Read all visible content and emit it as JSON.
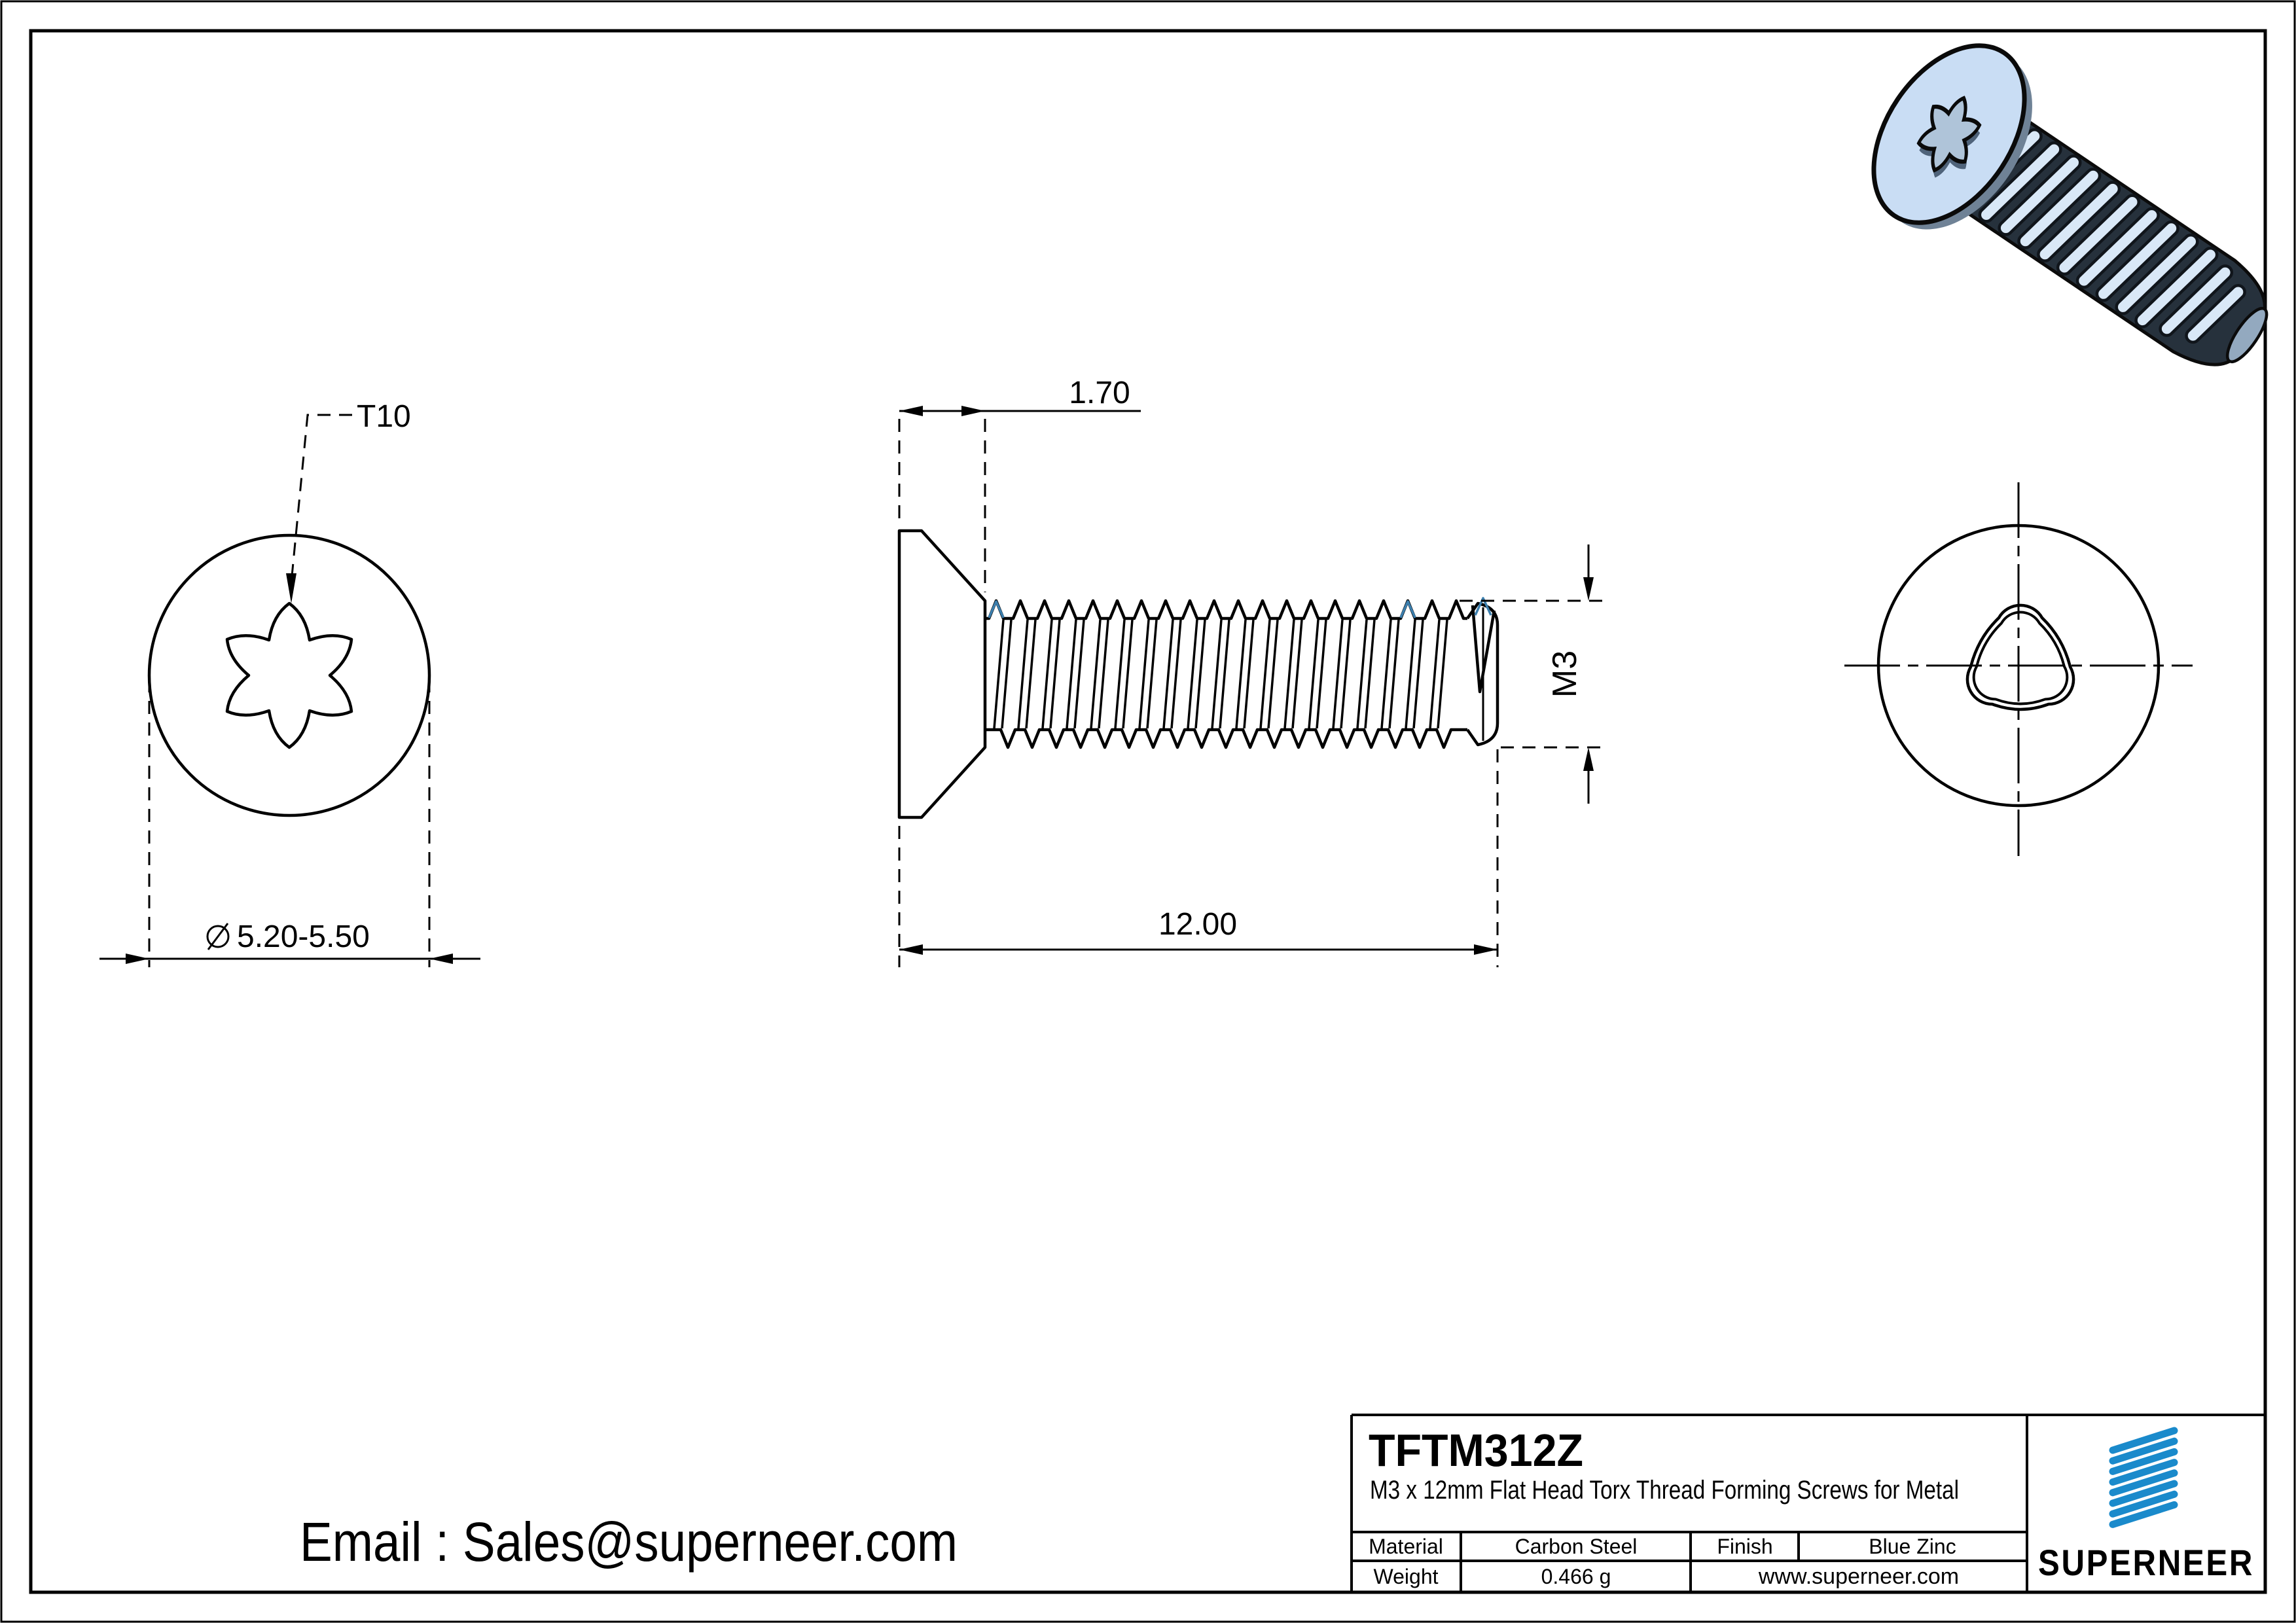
{
  "page": {
    "background": "#ffffff"
  },
  "colors": {
    "line": "#000000",
    "thread_accent_blue": "#3C7FAE",
    "logo_blue": "#1A8ACB",
    "link_blue": "#1580DC",
    "screw_body_blue": "#C9DDF4"
  },
  "views": {
    "front_view": {
      "drive_label": "T10",
      "head_diameter": "5.20-5.50"
    },
    "side_view": {
      "head_height": "1.70",
      "total_length": "12.00",
      "thread_size": "M3"
    }
  },
  "footer": {
    "email": "Email : Sales@superneer.com"
  },
  "title_block": {
    "part_number": "TFTM312Z",
    "description": "M3 x 12mm Flat Head Torx Thread Forming Screws for Metal",
    "material_label": "Material",
    "material_value": "Carbon Steel",
    "finish_label": "Finish",
    "finish_value": "Blue Zinc",
    "weight_label": "Weight",
    "weight_value": "0.466 g",
    "website": "www.superneer.com",
    "brand": "SUPERNEER"
  }
}
